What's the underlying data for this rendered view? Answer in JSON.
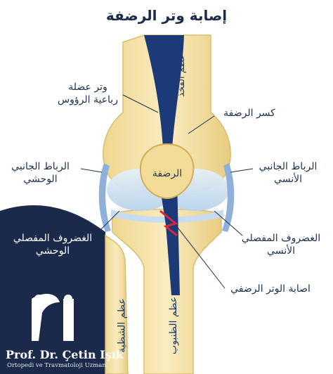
{
  "title": "إصابة وتر الرضفة",
  "labels": {
    "quadriceps_tendon": [
      "وتر عضلة",
      "رباعية الرؤوس"
    ],
    "patella_fracture": "كسر الرضفة",
    "lateral_ligament": [
      "الرباط الجانبي",
      "الوحشي"
    ],
    "medial_ligament": [
      "الرباط الجانبي",
      "الأنسي"
    ],
    "lateral_cartilage": [
      "الغضروف المفصلي",
      "الوحشي"
    ],
    "medial_cartilage": [
      "الغضروف المفصلي",
      "الأنسي"
    ],
    "patellar_tendon_injury": "اصابة الوتر الرضفي",
    "patella": "الرضفة"
  },
  "bones": {
    "femur": "عظم الفخذ",
    "tibia": "عظم الظنبوب",
    "fibula": "عظم الشظية"
  },
  "brand": {
    "name": "Prof. Dr. Çetin Işık",
    "subtitle": "Ortopedi ve Travmatoloji Uzmanı",
    "logo_text": "إع"
  },
  "colors": {
    "bone": "#f6e4a8",
    "bone_shade": "#e9cc7e",
    "tendon": "#1c3a78",
    "cartilage": "#cfe3f2",
    "ligament": "#8fb0d8",
    "brand_bg": "#1b2a4a",
    "text": "#1e2f4f"
  }
}
